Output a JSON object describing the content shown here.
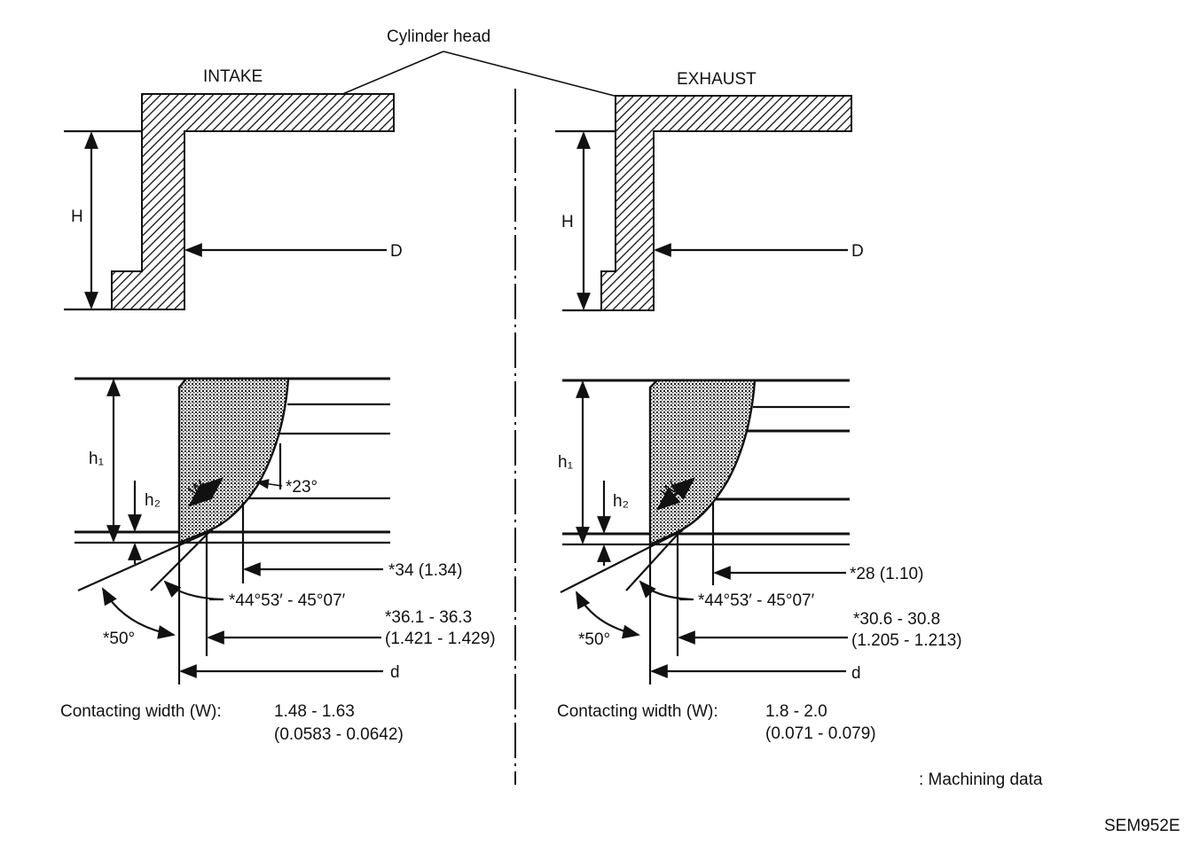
{
  "title": "Cylinder head",
  "intake": {
    "label": "INTAKE",
    "H": "H",
    "D": "D",
    "h1": "h₁",
    "h2": "h₂",
    "W": "W",
    "angle_23": "*23°",
    "dim_34": "*34 (1.34)",
    "angle_44": "*44°53′ - 45°07′",
    "dim_36_a": "*36.1 - 36.3",
    "dim_36_b": "(1.421 - 1.429)",
    "angle_50": "*50°",
    "d": "d",
    "contact_label": "Contacting width (W):",
    "contact_val_a": "1.48 - 1.63",
    "contact_val_b": "(0.0583 - 0.0642)"
  },
  "exhaust": {
    "label": "EXHAUST",
    "H": "H",
    "D": "D",
    "h1": "h₁",
    "h2": "h₂",
    "W": "W",
    "dim_28": "*28 (1.10)",
    "angle_44": "*44°53′ - 45°07′",
    "dim_30_a": "*30.6 - 30.8",
    "dim_30_b": "(1.205 - 1.213)",
    "angle_50": "*50°",
    "d": "d",
    "contact_label": "Contacting width (W):",
    "contact_val_a": "1.8 - 2.0",
    "contact_val_b": "(0.071 - 0.079)"
  },
  "legend": ": Machining data",
  "code": "SEM952E"
}
